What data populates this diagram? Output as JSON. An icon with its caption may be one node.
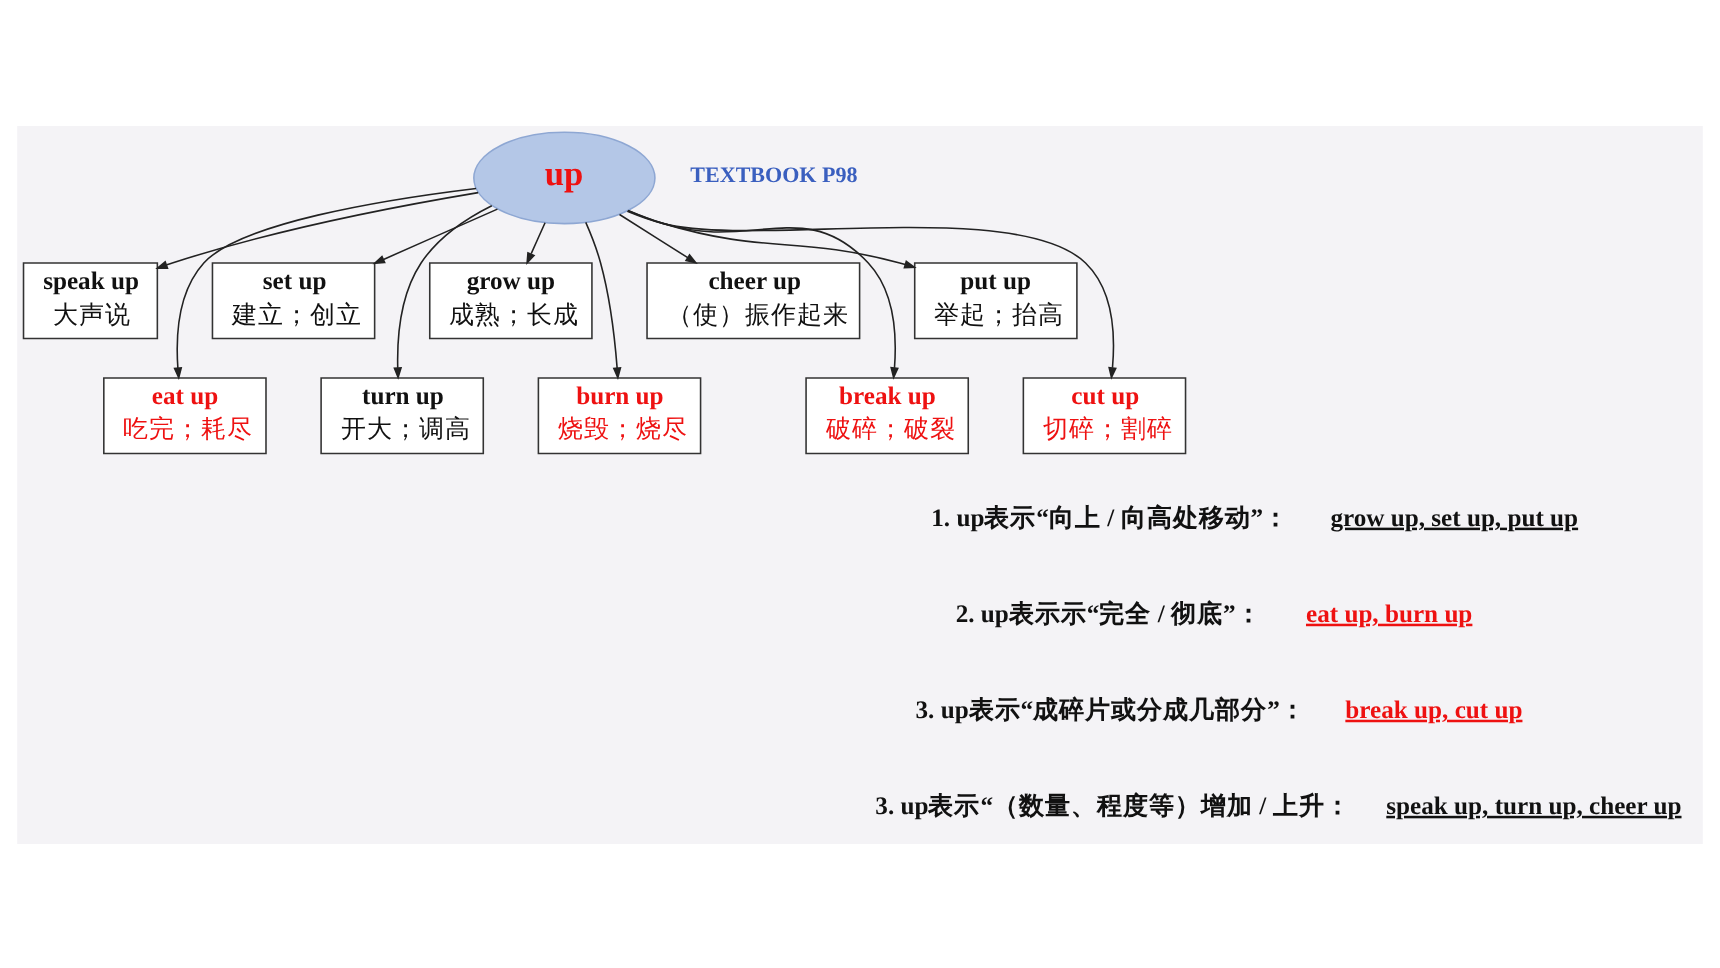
{
  "diagram": {
    "nodes": [
      {
        "text": [
          "up"
        ]
      },
      {
        "text": [
          "speak up",
          "大声说"
        ]
      },
      {
        "text": [
          "eat up",
          "吃完；耗尽"
        ]
      },
      {
        "text": [
          "set up",
          "建立；创立"
        ]
      },
      {
        "text": [
          "turn up",
          "开大；调高"
        ]
      },
      {
        "text": [
          "grow up",
          "成熟；长成"
        ]
      },
      {
        "text": [
          "burn up",
          "烧毁；烧尽"
        ]
      },
      {
        "text": [
          "cheer up",
          "（使）振作起来"
        ]
      },
      {
        "text": [
          "break up",
          "破碎；破裂"
        ]
      },
      {
        "text": [
          "put up",
          "举起；抬高"
        ]
      },
      {
        "text": [
          "cut up",
          "切碎；割碎"
        ]
      }
    ],
    "edges": [
      {
        "from": 0,
        "to": 1,
        "arrow": "to"
      },
      {
        "from": 0,
        "to": 2,
        "arrow": "to"
      },
      {
        "from": 0,
        "to": 3,
        "arrow": "to"
      },
      {
        "from": 0,
        "to": 4,
        "arrow": "to"
      },
      {
        "from": 0,
        "to": 5,
        "arrow": "to"
      },
      {
        "from": 0,
        "to": 6,
        "arrow": "to"
      },
      {
        "from": 0,
        "to": 7,
        "arrow": "to"
      },
      {
        "from": 0,
        "to": 8,
        "arrow": "to"
      },
      {
        "from": 0,
        "to": 9,
        "arrow": "to"
      },
      {
        "from": 0,
        "to": 10,
        "arrow": "to"
      }
    ],
    "labels": [
      "TEXTBOOK P98",
      "1. up表示“向上 / 向高处移动”：",
      "grow up, set up, put up",
      "2. up表示示“完全 / 彻底”：",
      "eat up, burn up",
      "3. up表示“成碎片或分成几部分”：",
      "break up, cut up",
      "3. up表示“（数量、程度等）增加 / 上升：",
      "speak up, turn up, cheer up"
    ]
  }
}
